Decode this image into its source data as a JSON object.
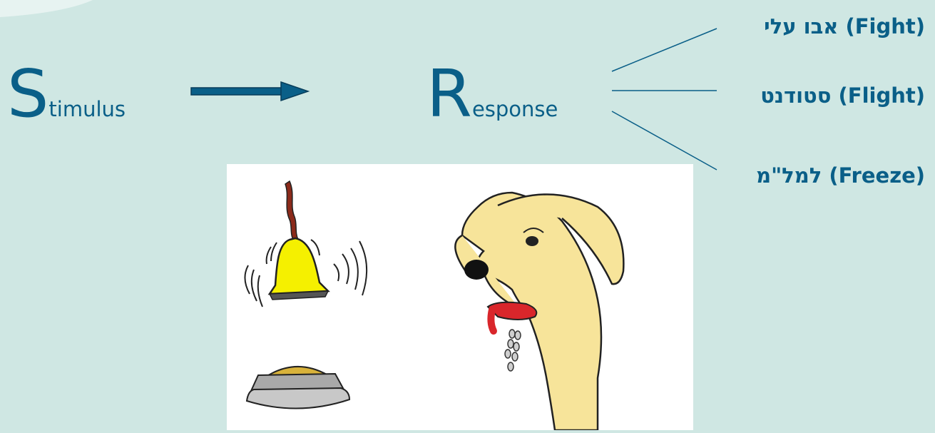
{
  "stimulus": {
    "initial": "S",
    "rest": "timulus"
  },
  "response": {
    "initial": "R",
    "rest": "esponse"
  },
  "responses": [
    {
      "label": "אבו עלי (Fight)"
    },
    {
      "label": "סטודנט (Flight)"
    },
    {
      "label": "למל\"מ (Freeze)"
    }
  ],
  "colors": {
    "accent": "#0a5f88",
    "background": "#cfe7e3",
    "bell": "#f5f000",
    "dog": "#f7e49a",
    "tongue": "#d9262b"
  },
  "illustration": {
    "left_items": [
      "bell-icon",
      "food-bowl-icon"
    ],
    "right_items": [
      "dog-head-icon",
      "saliva-drops-icon"
    ]
  }
}
